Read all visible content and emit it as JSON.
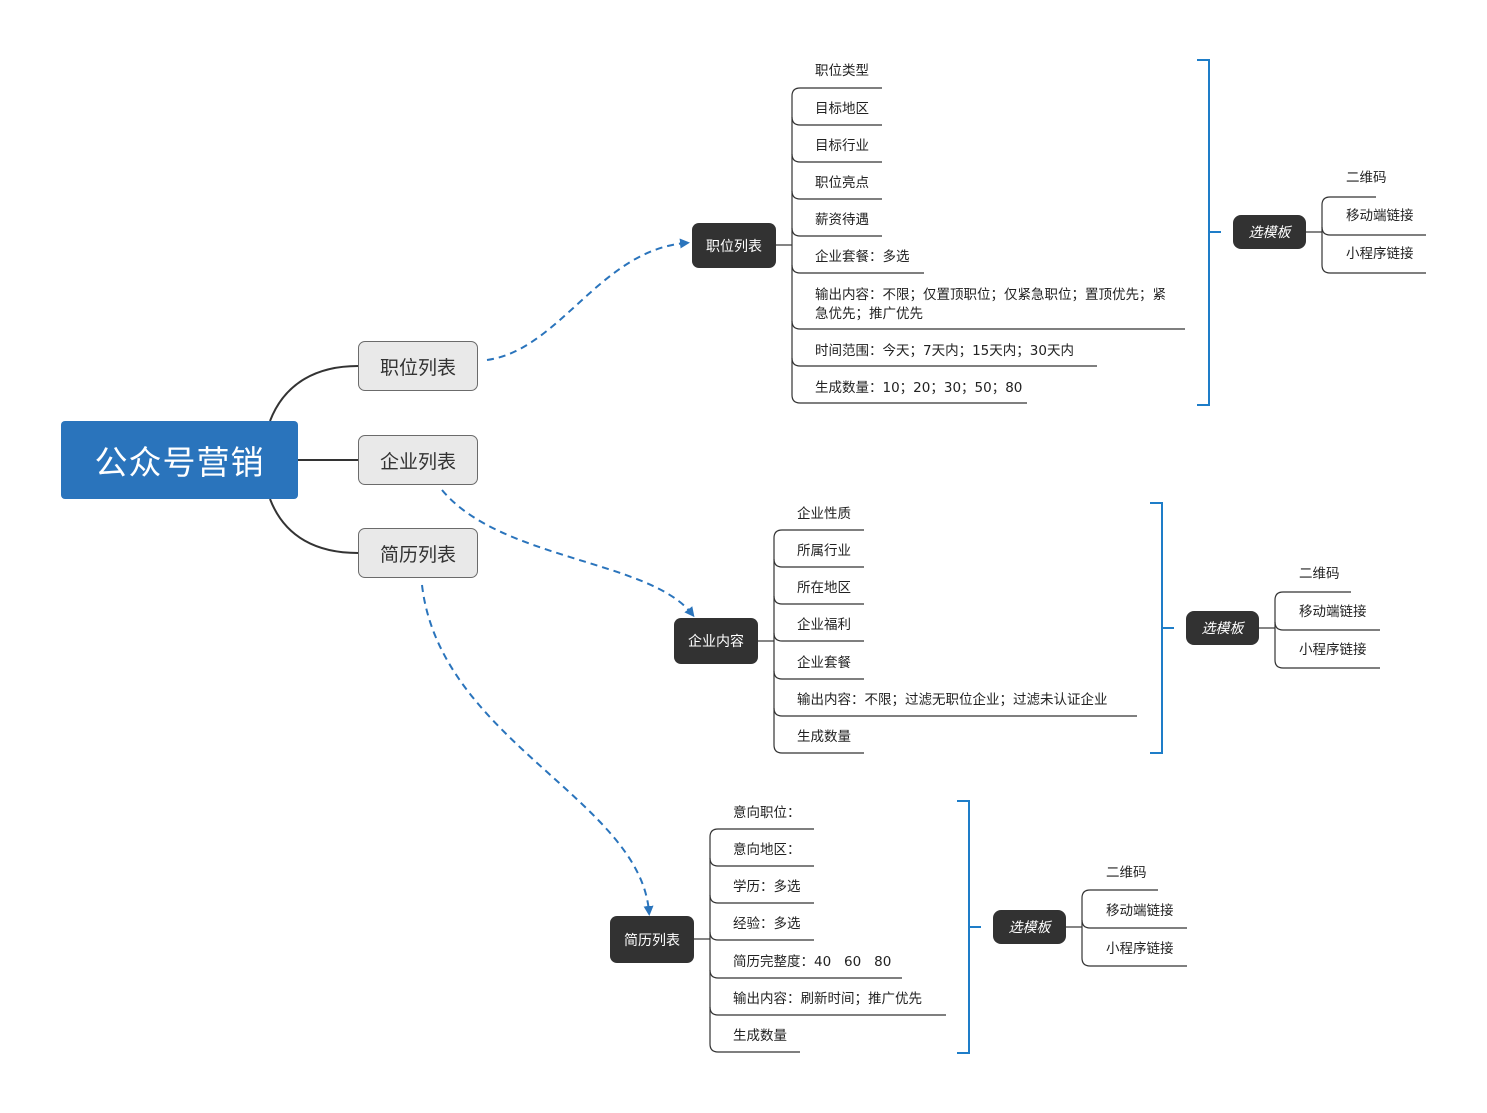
{
  "root": {
    "label": "公众号营销"
  },
  "branches": [
    {
      "label": "职位列表"
    },
    {
      "label": "企业列表"
    },
    {
      "label": "简历列表"
    }
  ],
  "sections": [
    {
      "title": "职位列表",
      "fields": [
        "职位类型",
        "目标地区",
        "目标行业",
        "职位亮点",
        "薪资待遇",
        "企业套餐：多选",
        "输出内容：不限；仅置顶职位；仅紧急职位；置顶优先；紧急优先；推广优先",
        "时间范围：今天；7天内；15天内；30天内",
        "生成数量：10；20；30；50；80"
      ],
      "template": {
        "label": "选模板",
        "options": [
          "二维码",
          "移动端链接",
          "小程序链接"
        ]
      }
    },
    {
      "title": "企业内容",
      "fields": [
        "企业性质",
        "所属行业",
        "所在地区",
        "企业福利",
        "企业套餐",
        "输出内容：不限；过滤无职位企业；过滤未认证企业",
        "生成数量"
      ],
      "template": {
        "label": "选模板",
        "options": [
          "二维码",
          "移动端链接",
          "小程序链接"
        ]
      }
    },
    {
      "title": "简历列表",
      "fields": [
        "意向职位：",
        "意向地区：",
        "学历：多选",
        "经验：多选",
        "简历完整度：40   60   80",
        "输出内容：刷新时间；推广优先",
        "生成数量"
      ],
      "template": {
        "label": "选模板",
        "options": [
          "二维码",
          "移动端链接",
          "小程序链接"
        ]
      }
    }
  ],
  "colors": {
    "root_bg": "#2a74bc",
    "dashed_arrow": "#2a74bc",
    "bracket": "#1e7dc8",
    "dark_node": "#323232",
    "branch_bg": "#e9e9e9"
  }
}
